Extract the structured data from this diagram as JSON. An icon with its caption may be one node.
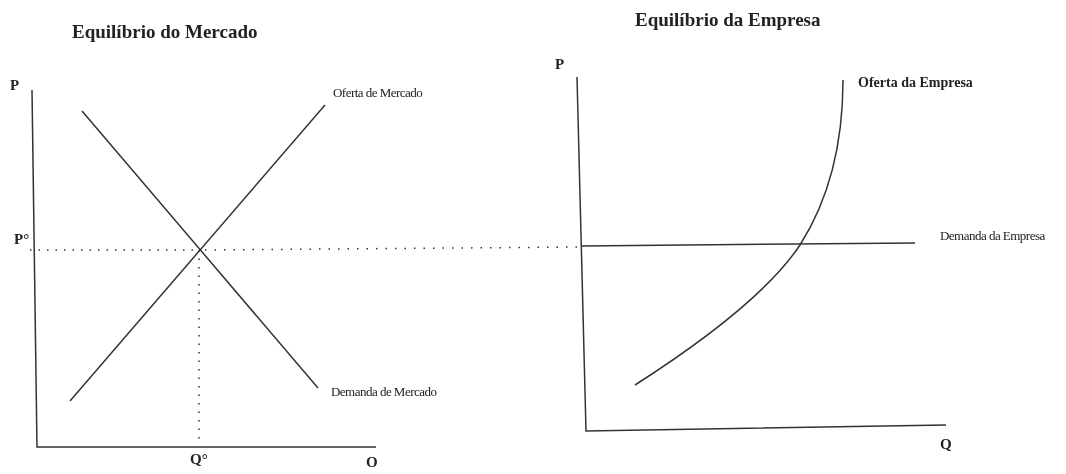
{
  "diagram": {
    "labels": [
      "Equilíbrio do Mercado",
      "Equilíbrio da Empresa",
      "P",
      "P",
      "Oferta de Mercado",
      "Oferta da Empresa",
      "P°",
      "Demanda da Empresa",
      "Demanda de Mercado",
      "Q°",
      "O",
      "Q"
    ]
  }
}
